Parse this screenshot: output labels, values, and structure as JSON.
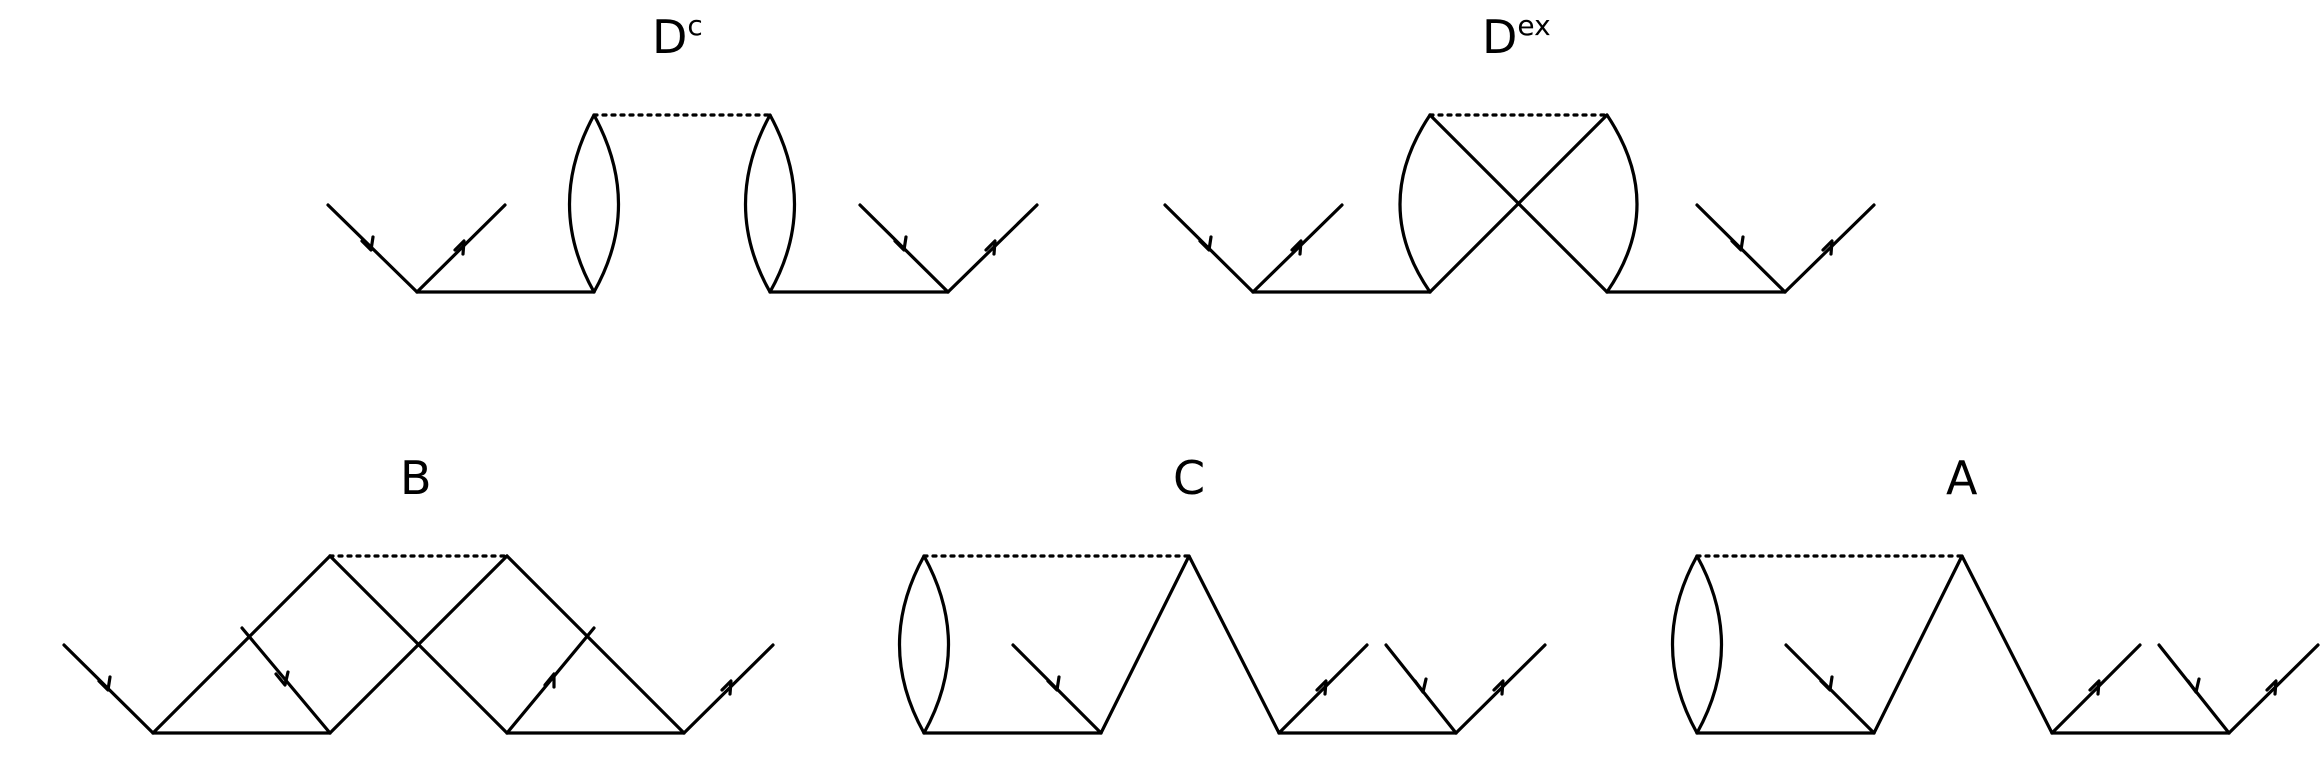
{
  "diagrams": {
    "dc": {
      "label": "D",
      "superscript": "c"
    },
    "dex": {
      "label": "D",
      "superscript": "ex"
    },
    "b": {
      "label": "B"
    },
    "c": {
      "label": "C"
    },
    "a": {
      "label": "A"
    }
  },
  "colors": {
    "ink": "#000000",
    "background": "#ffffff"
  }
}
